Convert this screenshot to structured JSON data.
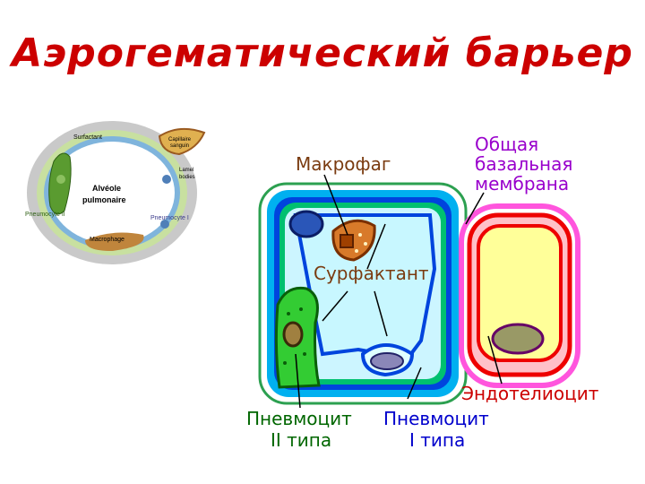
{
  "slide": {
    "title": "Аэрогематический барьер"
  },
  "labels": {
    "macrophage": "Макрофаг",
    "basal_line1": "Общая",
    "basal_line2": "базальная",
    "basal_line3": "мембрана",
    "surfactant": "Сурфактант",
    "endothelial": "Эндотелиоцит",
    "pneumo2_line1": "Пневмоцит",
    "pneumo2_line2": "II типа",
    "pneumo1_line1": "Пневмоцит",
    "pneumo1_line2": "I типа"
  },
  "inset": {
    "surfactant": "Surfactant",
    "capillary_1": "Capillaire",
    "capillary_2": "sanguin",
    "lamellar_1": "Lamel",
    "lamellar_2": "bodies",
    "alveolo_1": "Alvéole",
    "alveolo_2": "pulmonaire",
    "pneumocyte_ii": "Pneumocyte II",
    "pneumocyte_i": "Pneumocyte I",
    "macrophage": "Macrophage"
  },
  "colors": {
    "title": "#cc0000",
    "label_dark": "#7a3b10",
    "label_purple": "#9900cc",
    "label_blue": "#0000cc",
    "label_green": "#006600",
    "label_red": "#cc0000"
  }
}
